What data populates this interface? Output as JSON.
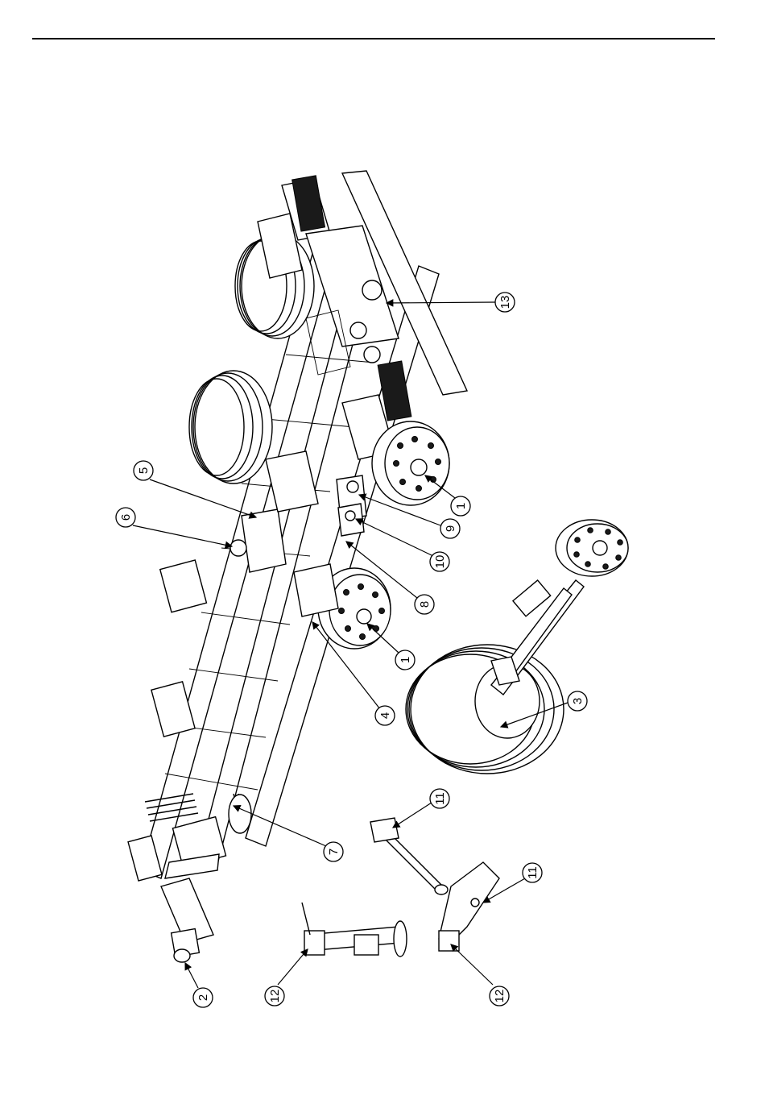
{
  "callouts": [
    {
      "id": "c1a",
      "label": "1"
    },
    {
      "id": "c1b",
      "label": "1"
    },
    {
      "id": "c2",
      "label": "2"
    },
    {
      "id": "c3",
      "label": "3"
    },
    {
      "id": "c4",
      "label": "4"
    },
    {
      "id": "c5",
      "label": "5"
    },
    {
      "id": "c6",
      "label": "6"
    },
    {
      "id": "c7",
      "label": "7"
    },
    {
      "id": "c8",
      "label": "8"
    },
    {
      "id": "c9",
      "label": "9"
    },
    {
      "id": "c10",
      "label": "10"
    },
    {
      "id": "c11a",
      "label": "11"
    },
    {
      "id": "c11b",
      "label": "11"
    },
    {
      "id": "c12a",
      "label": "12"
    },
    {
      "id": "c12b",
      "label": "12"
    },
    {
      "id": "c13",
      "label": "13"
    }
  ]
}
